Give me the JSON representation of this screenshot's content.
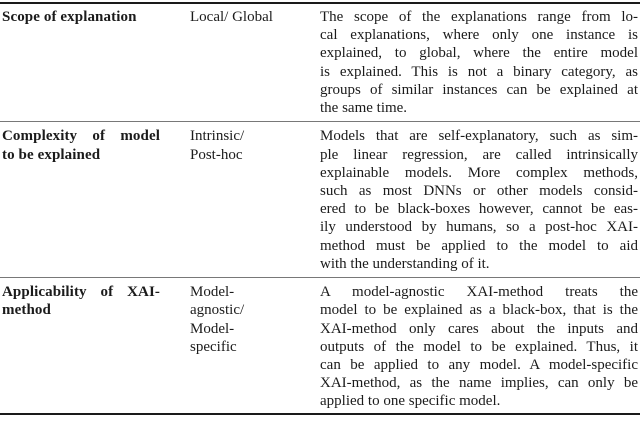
{
  "page": {
    "background": "#ffffff",
    "text_color": "#1b1b1b",
    "heavy_rule_color": "#1a1a1a",
    "light_rule_color": "#787878"
  },
  "table": {
    "rows": [
      {
        "category": {
          "text": "Scope of explanation",
          "lines": "Scope of explanation"
        },
        "options": {
          "text": "Local/ Global",
          "lines": "Local/ Global"
        },
        "description": {
          "text": "The scope of the explanations range from local explanations, where only one instance is explained, to global, where the entire model is explained. This is not a binary category, as groups of similar instances can be explained at the same time.",
          "lines": "The scope of the explanations range from lo-\ncal explanations, where only one instance is\nexplained, to global, where the entire model\nis explained.  This is not a binary category, as\ngroups of similar instances can be explained at\nthe same time."
        }
      },
      {
        "category": {
          "text": "Complexity of model to be explained",
          "lines": "Complexity of model\nto be explained"
        },
        "options": {
          "text": "Intrinsic/ Post-hoc",
          "lines": "Intrinsic/\nPost-hoc"
        },
        "description": {
          "text": "Models that are self-explanatory, such as simple linear regression, are called intrinsically explainable models. More complex methods, such as most DNNs or other models considered to be black-boxes however, cannot be easily understood by humans, so a post-hoc XAI-method must be applied to the model to aid with the understanding of it.",
          "lines": "Models that are self-explanatory, such as sim-\nple linear regression, are called intrinsically\nexplainable models.  More complex methods,\nsuch as most DNNs or other models consid-\nered to be black-boxes however, cannot be eas-\nily understood by humans, so a post-hoc XAI-\nmethod must be applied to the model to aid\nwith the understanding of it."
        }
      },
      {
        "category": {
          "text": "Applicability of XAI-method",
          "lines": "Applicability of XAI-\nmethod"
        },
        "options": {
          "text": "Model-agnostic/ Model-specific",
          "lines": "Model-\nagnostic/\nModel-\nspecific"
        },
        "description": {
          "text": "A model-agnostic XAI-method treats the model to be explained as a black-box, that is the XAI-method only cares about the inputs and outputs of the model to be explained. Thus, it can be applied to any model. A model-specific XAI-method, as the name implies, can only be applied to one specific model.",
          "lines": "A model-agnostic XAI-method treats the\nmodel to be explained as a black-box, that is the\nXAI-method only cares about the inputs and\noutputs of the model to be explained.  Thus, it\ncan be applied to any model.  A model-specific\nXAI-method, as the name implies, can only be\napplied to one specific model."
        }
      }
    ]
  }
}
